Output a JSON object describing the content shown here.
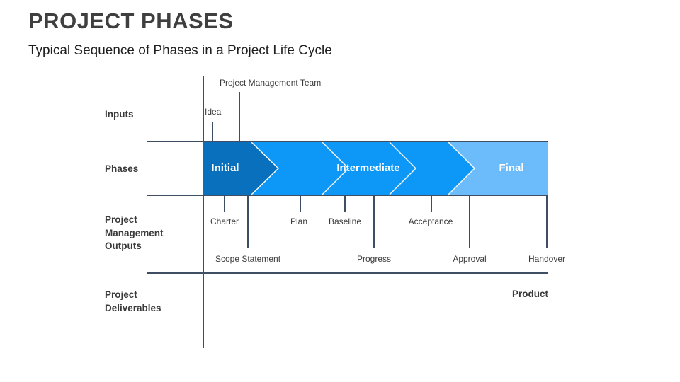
{
  "title": "PROJECT PHASES",
  "subtitle": "Typical Sequence of Phases in a Project Life Cycle",
  "rows": {
    "inputs": "Inputs",
    "phases": "Phases",
    "outputs": "Project Management Outputs",
    "deliverables": "Project Deliverables"
  },
  "inputs": {
    "team": "Project Management Team",
    "idea": "Idea"
  },
  "phases": [
    {
      "label": "Initial",
      "color": "#0970BE"
    },
    {
      "label": "Intermediate",
      "color": "#0D97F7"
    },
    {
      "label": "Final",
      "color": "#6CBBFB"
    }
  ],
  "outputs": {
    "charter": "Charter",
    "plan": "Plan",
    "baseline": "Baseline",
    "acceptance": "Acceptance",
    "scope_statement": "Scope Statement",
    "progress": "Progress",
    "approval": "Approval",
    "handover": "Handover"
  },
  "deliverables": {
    "product": "Product"
  },
  "colors": {
    "line": "#3F4E63",
    "title_text": "#3F3F3F",
    "band_text": "#FFFFFF"
  }
}
